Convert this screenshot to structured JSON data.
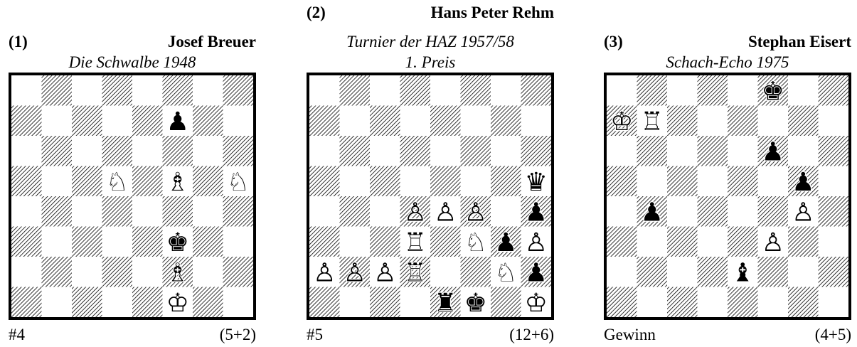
{
  "problems": [
    {
      "number": "(1)",
      "author": "Josef Breuer",
      "source": [
        "Die Schwalbe  1948"
      ],
      "stipulation": "#4",
      "count": "(5+2)",
      "pieces": [
        {
          "sq": "f7",
          "type": "pawn",
          "color": "black"
        },
        {
          "sq": "d5",
          "type": "knight",
          "color": "white"
        },
        {
          "sq": "f5",
          "type": "bishop",
          "color": "white"
        },
        {
          "sq": "h5",
          "type": "knight",
          "color": "white"
        },
        {
          "sq": "f3",
          "type": "king",
          "color": "black"
        },
        {
          "sq": "f2",
          "type": "bishop",
          "color": "white"
        },
        {
          "sq": "f1",
          "type": "king",
          "color": "white"
        }
      ]
    },
    {
      "number": "(2)",
      "author": "Hans Peter Rehm",
      "source": [
        "Turnier der HAZ 1957/58",
        "1. Preis"
      ],
      "stipulation": "#5",
      "count": "(12+6)",
      "pieces": [
        {
          "sq": "h5",
          "type": "queen",
          "color": "black"
        },
        {
          "sq": "d4",
          "type": "pawn",
          "color": "white"
        },
        {
          "sq": "e4",
          "type": "pawn",
          "color": "white"
        },
        {
          "sq": "f4",
          "type": "pawn",
          "color": "white"
        },
        {
          "sq": "h4",
          "type": "pawn",
          "color": "black"
        },
        {
          "sq": "d3",
          "type": "rook",
          "color": "white"
        },
        {
          "sq": "f3",
          "type": "knight",
          "color": "white"
        },
        {
          "sq": "g3",
          "type": "pawn",
          "color": "black"
        },
        {
          "sq": "h3",
          "type": "pawn",
          "color": "white"
        },
        {
          "sq": "a2",
          "type": "pawn",
          "color": "white"
        },
        {
          "sq": "b2",
          "type": "pawn",
          "color": "white"
        },
        {
          "sq": "c2",
          "type": "pawn",
          "color": "white"
        },
        {
          "sq": "d2",
          "type": "rook",
          "color": "white"
        },
        {
          "sq": "g2",
          "type": "knight",
          "color": "white"
        },
        {
          "sq": "h2",
          "type": "pawn",
          "color": "black"
        },
        {
          "sq": "e1",
          "type": "rook",
          "color": "black"
        },
        {
          "sq": "f1",
          "type": "king",
          "color": "black"
        },
        {
          "sq": "h1",
          "type": "king",
          "color": "white"
        }
      ]
    },
    {
      "number": "(3)",
      "author": "Stephan Eisert",
      "source": [
        "Schach-Echo  1975"
      ],
      "stipulation": "Gewinn",
      "count": "(4+5)",
      "pieces": [
        {
          "sq": "f8",
          "type": "king",
          "color": "black"
        },
        {
          "sq": "a7",
          "type": "king",
          "color": "white"
        },
        {
          "sq": "b7",
          "type": "rook",
          "color": "white"
        },
        {
          "sq": "f6",
          "type": "pawn",
          "color": "black"
        },
        {
          "sq": "g5",
          "type": "pawn",
          "color": "black"
        },
        {
          "sq": "b4",
          "type": "pawn",
          "color": "black"
        },
        {
          "sq": "g4",
          "type": "pawn",
          "color": "white"
        },
        {
          "sq": "f3",
          "type": "pawn",
          "color": "white"
        },
        {
          "sq": "e2",
          "type": "bishop",
          "color": "black"
        }
      ]
    }
  ]
}
